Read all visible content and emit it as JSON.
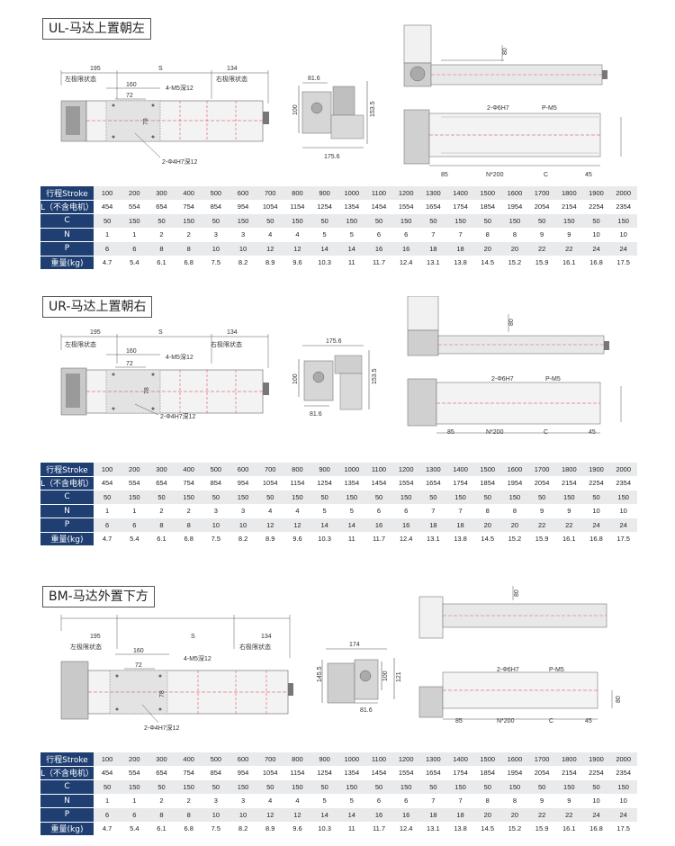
{
  "sections": [
    {
      "title": "UL-马达上置朝左",
      "dims": {
        "left_len": "195",
        "s": "S",
        "right_len": "134",
        "left_state": "左极限状态",
        "right_state": "右极限状态",
        "d160": "160",
        "d72": "72",
        "d78": "78",
        "m5": "4-M5深12",
        "h7": "2-Φ4H7深12",
        "e_w": "81.6",
        "e_h100": "100",
        "e_h153": "153.5",
        "e_base": "175.6",
        "r80": "80",
        "r6h7": "2-Φ6H7",
        "rpm5": "P-M5",
        "r85": "85",
        "rn200": "N*200",
        "rc": "C",
        "r45": "45"
      },
      "table": [
        {
          "label": "行程Stroke",
          "values": [
            "100",
            "200",
            "300",
            "400",
            "500",
            "600",
            "700",
            "800",
            "900",
            "1000",
            "1100",
            "1200",
            "1300",
            "1400",
            "1500",
            "1600",
            "1700",
            "1800",
            "1900",
            "2000"
          ]
        },
        {
          "label": "L（不含电机）",
          "values": [
            "454",
            "554",
            "654",
            "754",
            "854",
            "954",
            "1054",
            "1154",
            "1254",
            "1354",
            "1454",
            "1554",
            "1654",
            "1754",
            "1854",
            "1954",
            "2054",
            "2154",
            "2254",
            "2354"
          ]
        },
        {
          "label": "C",
          "values": [
            "50",
            "150",
            "50",
            "150",
            "50",
            "150",
            "50",
            "150",
            "50",
            "150",
            "50",
            "150",
            "50",
            "150",
            "50",
            "150",
            "50",
            "150",
            "50",
            "150"
          ]
        },
        {
          "label": "N",
          "values": [
            "1",
            "1",
            "2",
            "2",
            "3",
            "3",
            "4",
            "4",
            "5",
            "5",
            "6",
            "6",
            "7",
            "7",
            "8",
            "8",
            "9",
            "9",
            "10",
            "10"
          ]
        },
        {
          "label": "P",
          "values": [
            "6",
            "6",
            "8",
            "8",
            "10",
            "10",
            "12",
            "12",
            "14",
            "14",
            "16",
            "16",
            "18",
            "18",
            "20",
            "20",
            "22",
            "22",
            "24",
            "24"
          ]
        },
        {
          "label": "重量(kg)",
          "values": [
            "4.7",
            "5.4",
            "6.1",
            "6.8",
            "7.5",
            "8.2",
            "8.9",
            "9.6",
            "10.3",
            "11",
            "11.7",
            "12.4",
            "13.1",
            "13.8",
            "14.5",
            "15.2",
            "15.9",
            "16.1",
            "16.8",
            "17.5"
          ]
        }
      ]
    },
    {
      "title": "UR-马达上置朝右",
      "dims": {
        "left_len": "195",
        "s": "S",
        "right_len": "134",
        "left_state": "左极限状态",
        "right_state": "右极限状态",
        "d160": "160",
        "d72": "72",
        "d78": "78",
        "m5": "4-M5深12",
        "h7": "2-Φ4H7深12",
        "e_w": "175.6",
        "e_h100": "100",
        "e_h153": "153.5",
        "e_base": "81.6",
        "r80": "80",
        "r6h7": "2-Φ6H7",
        "rpm5": "P-M5",
        "r85": "85",
        "rn200": "N*200",
        "rc": "C",
        "r45": "45"
      },
      "table": [
        {
          "label": "行程Stroke",
          "values": [
            "100",
            "200",
            "300",
            "400",
            "500",
            "600",
            "700",
            "800",
            "900",
            "1000",
            "1100",
            "1200",
            "1300",
            "1400",
            "1500",
            "1600",
            "1700",
            "1800",
            "1900",
            "2000"
          ]
        },
        {
          "label": "L（不含电机）",
          "values": [
            "454",
            "554",
            "654",
            "754",
            "854",
            "954",
            "1054",
            "1154",
            "1254",
            "1354",
            "1454",
            "1554",
            "1654",
            "1754",
            "1854",
            "1954",
            "2054",
            "2154",
            "2254",
            "2354"
          ]
        },
        {
          "label": "C",
          "values": [
            "50",
            "150",
            "50",
            "150",
            "50",
            "150",
            "50",
            "150",
            "50",
            "150",
            "50",
            "150",
            "50",
            "150",
            "50",
            "150",
            "50",
            "150",
            "50",
            "150"
          ]
        },
        {
          "label": "N",
          "values": [
            "1",
            "1",
            "2",
            "2",
            "3",
            "3",
            "4",
            "4",
            "5",
            "5",
            "6",
            "6",
            "7",
            "7",
            "8",
            "8",
            "9",
            "9",
            "10",
            "10"
          ]
        },
        {
          "label": "P",
          "values": [
            "6",
            "6",
            "8",
            "8",
            "10",
            "10",
            "12",
            "12",
            "14",
            "14",
            "16",
            "16",
            "18",
            "18",
            "20",
            "20",
            "22",
            "22",
            "24",
            "24"
          ]
        },
        {
          "label": "重量(kg)",
          "values": [
            "4.7",
            "5.4",
            "6.1",
            "6.8",
            "7.5",
            "8.2",
            "8.9",
            "9.6",
            "10.3",
            "11",
            "11.7",
            "12.4",
            "13.1",
            "13.8",
            "14.5",
            "15.2",
            "15.9",
            "16.1",
            "16.8",
            "17.5"
          ]
        }
      ]
    },
    {
      "title": "BM-马达外置下方",
      "dims": {
        "left_len": "195",
        "s": "S",
        "right_len": "134",
        "left_state": "左极限状态",
        "right_state": "右极限状态",
        "d160": "160",
        "d72": "72",
        "d78": "78",
        "m5": "4-M5深12",
        "h7": "2-Φ4H7深12",
        "e_w": "174",
        "e_h100": "100",
        "e_h153": "145.5",
        "e_base": "81.6",
        "e_h121": "121",
        "r80": "80",
        "r6h7": "2-Φ6H7",
        "rpm5": "P-M5",
        "r85": "85",
        "rn200": "N*200",
        "rc": "C",
        "r45": "45"
      },
      "table": [
        {
          "label": "行程Stroke",
          "values": [
            "100",
            "200",
            "300",
            "400",
            "500",
            "600",
            "700",
            "800",
            "900",
            "1000",
            "1100",
            "1200",
            "1300",
            "1400",
            "1500",
            "1600",
            "1700",
            "1800",
            "1900",
            "2000"
          ]
        },
        {
          "label": "L（不含电机）",
          "values": [
            "454",
            "554",
            "654",
            "754",
            "854",
            "954",
            "1054",
            "1154",
            "1254",
            "1354",
            "1454",
            "1554",
            "1654",
            "1754",
            "1854",
            "1954",
            "2054",
            "2154",
            "2254",
            "2354"
          ]
        },
        {
          "label": "C",
          "values": [
            "50",
            "150",
            "50",
            "150",
            "50",
            "150",
            "50",
            "150",
            "50",
            "150",
            "50",
            "150",
            "50",
            "150",
            "50",
            "150",
            "50",
            "150",
            "50",
            "150"
          ]
        },
        {
          "label": "N",
          "values": [
            "1",
            "1",
            "2",
            "2",
            "3",
            "3",
            "4",
            "4",
            "5",
            "5",
            "6",
            "6",
            "7",
            "7",
            "8",
            "8",
            "9",
            "9",
            "10",
            "10"
          ]
        },
        {
          "label": "P",
          "values": [
            "6",
            "6",
            "8",
            "8",
            "10",
            "10",
            "12",
            "12",
            "14",
            "14",
            "16",
            "16",
            "18",
            "18",
            "20",
            "20",
            "22",
            "22",
            "24",
            "24"
          ]
        },
        {
          "label": "重量(kg)",
          "values": [
            "4.7",
            "5.4",
            "6.1",
            "6.8",
            "7.5",
            "8.2",
            "8.9",
            "9.6",
            "10.3",
            "11",
            "11.7",
            "12.4",
            "13.1",
            "13.8",
            "14.5",
            "15.2",
            "15.9",
            "16.1",
            "16.8",
            "17.5"
          ]
        }
      ]
    }
  ]
}
